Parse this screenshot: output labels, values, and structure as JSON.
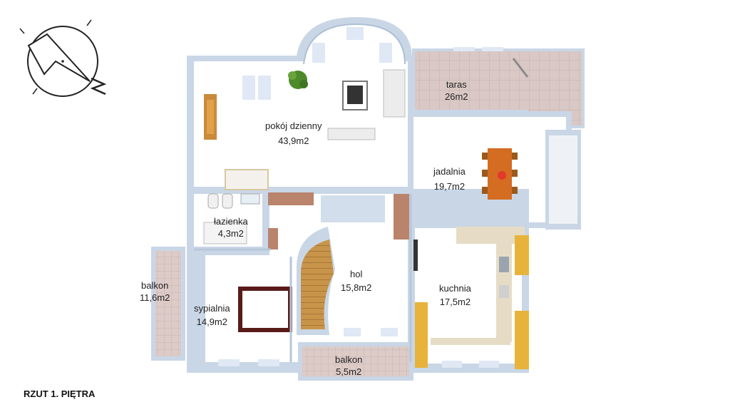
{
  "caption": "RZUT 1. PIĘTRA",
  "compass_icon": "north-arrow-icon",
  "rooms": {
    "taras": {
      "name": "taras",
      "area": "26m2"
    },
    "pokoj_dzienny": {
      "name": "pokój dzienny",
      "area": "43,9m2"
    },
    "jadalnia": {
      "name": "jadalnia",
      "area": "19,7m2"
    },
    "lazienka": {
      "name": "łazienka",
      "area": "4,3m2"
    },
    "hol": {
      "name": "hol",
      "area": "15,8m2"
    },
    "kuchnia": {
      "name": "kuchnia",
      "area": "17,5m2"
    },
    "balkon_left": {
      "name": "balkon",
      "area": "11,6m2"
    },
    "sypialnia": {
      "name": "sypialnia",
      "area": "14,9m2"
    },
    "balkon_bottom": {
      "name": "balkon",
      "area": "5,5m2"
    }
  },
  "colors": {
    "floor": "#ffffff",
    "wall": "#c9d6e6",
    "terrace": "#d8c7c4",
    "cabinet": "#e8b33a",
    "counter": "#e6dcc6",
    "wood": "#c98a3a",
    "brick": "#b9836c",
    "bed": "#5a1a1a",
    "plant": "#4d8a2a"
  }
}
